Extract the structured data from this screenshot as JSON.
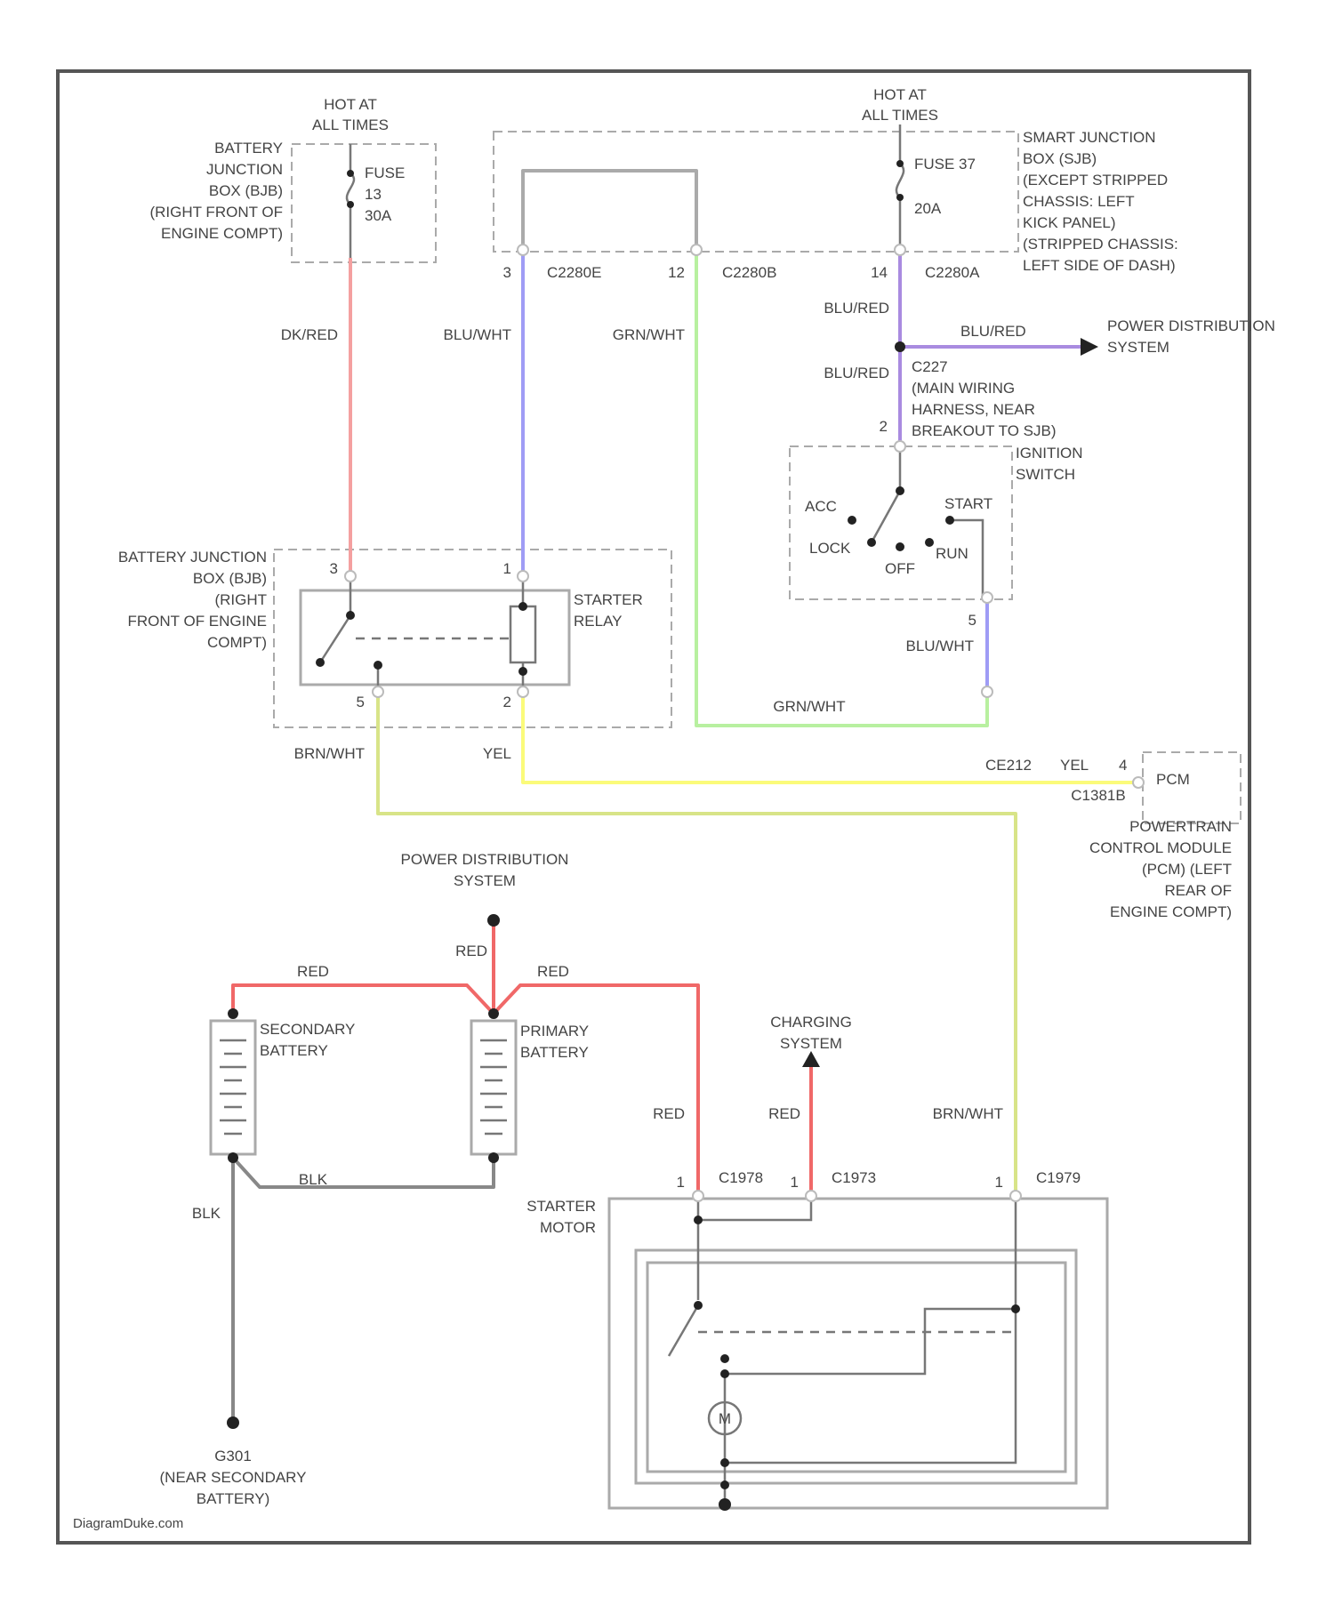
{
  "colors": {
    "dkred": "#f4a0a0",
    "blu": "#9f9cf5",
    "grn": "#b8f0a0",
    "blured": "#a98be0",
    "yel": "#fbfb7a",
    "brn": "#d8e488",
    "red": "#f06868",
    "blk": "#888888",
    "gray": "#aaaaaa"
  },
  "labels": {
    "hot_left": [
      "HOT AT",
      "ALL TIMES"
    ],
    "hot_right": [
      "HOT AT",
      "ALL TIMES"
    ],
    "bjb_top": [
      "BATTERY",
      "JUNCTION",
      "BOX (BJB)",
      "(RIGHT FRONT OF",
      "ENGINE COMPT)"
    ],
    "fuse_left": [
      "FUSE",
      "13",
      "30A"
    ],
    "fuse_right": [
      "FUSE 37",
      "20A"
    ],
    "sjb": [
      "SMART JUNCTION",
      "BOX (SJB)",
      "(EXCEPT STRIPPED",
      "CHASSIS: LEFT",
      "KICK PANEL)",
      "(STRIPPED CHASSIS:",
      "LEFT SIDE OF DASH)"
    ],
    "conn_c2280e": "C2280E",
    "conn_c2280b": "C2280B",
    "conn_c2280a": "C2280A",
    "pin_c2280e": "3",
    "pin_c2280b": "12",
    "pin_c2280a": "14",
    "wire_dkred": "DK/RED",
    "wire_bluwht_top": "BLU/WHT",
    "wire_grnwht_top": "GRN/WHT",
    "wire_blured_1": "BLU/RED",
    "wire_blured_2": "BLU/RED",
    "wire_blured_3": "BLU/RED",
    "pds_top": [
      "POWER DISTRIBUTION",
      "SYSTEM"
    ],
    "c227": [
      "C227",
      "(MAIN WIRING",
      "HARNESS, NEAR",
      "BREAKOUT TO SJB)"
    ],
    "pin_ign_in": "2",
    "ign": [
      "IGNITION",
      "SWITCH"
    ],
    "ign_acc": "ACC",
    "ign_lock": "LOCK",
    "ign_off": "OFF",
    "ign_run": "RUN",
    "ign_start": "START",
    "pin_ign_out": "5",
    "wire_bluwht_ign": "BLU/WHT",
    "bjb_mid": [
      "BATTERY JUNCTION",
      "BOX (BJB)",
      "(RIGHT",
      "FRONT OF ENGINE",
      "COMPT)"
    ],
    "starter_relay": [
      "STARTER",
      "RELAY"
    ],
    "relay_pin_3": "3",
    "relay_pin_1": "1",
    "relay_pin_5": "5",
    "relay_pin_2": "2",
    "wire_grnwht_bot": "GRN/WHT",
    "wire_brnwht_top": "BRN/WHT",
    "wire_yel": "YEL",
    "ce_cd212": "CE212",
    "ce_yel": "YEL",
    "ce_pin": "4",
    "ce_c1381b": "C1381B",
    "pcm_label": "PCM",
    "pcm": [
      "POWERTRAIN",
      "CONTROL MODULE",
      "(PCM) (LEFT",
      "REAR OF",
      "ENGINE COMPT)"
    ],
    "pds_mid": [
      "POWER DISTRIBUTION",
      "SYSTEM"
    ],
    "wire_red_pds": "RED",
    "wire_red_left": "RED",
    "wire_red_right": "RED",
    "sec_batt": [
      "SECONDARY",
      "BATTERY"
    ],
    "pri_batt": [
      "PRIMARY",
      "BATTERY"
    ],
    "charging": [
      "CHARGING",
      "SYSTEM"
    ],
    "wire_red_starter": "RED",
    "wire_red_charge": "RED",
    "wire_brnwht_bot": "BRN/WHT",
    "wire_blk_batt": "BLK",
    "wire_blk_gnd": "BLK",
    "starter_motor": [
      "STARTER",
      "MOTOR"
    ],
    "sm_pin_1a": "1",
    "sm_conn_a": "C1978",
    "sm_pin_1b": "1",
    "sm_conn_b": "C1973",
    "sm_pin_1c": "1",
    "sm_conn_c": "C1979",
    "motor_symbol": "M",
    "ground": [
      "G301",
      "(NEAR SECONDARY",
      "BATTERY)"
    ],
    "watermark": "DiagramDuke.com"
  }
}
